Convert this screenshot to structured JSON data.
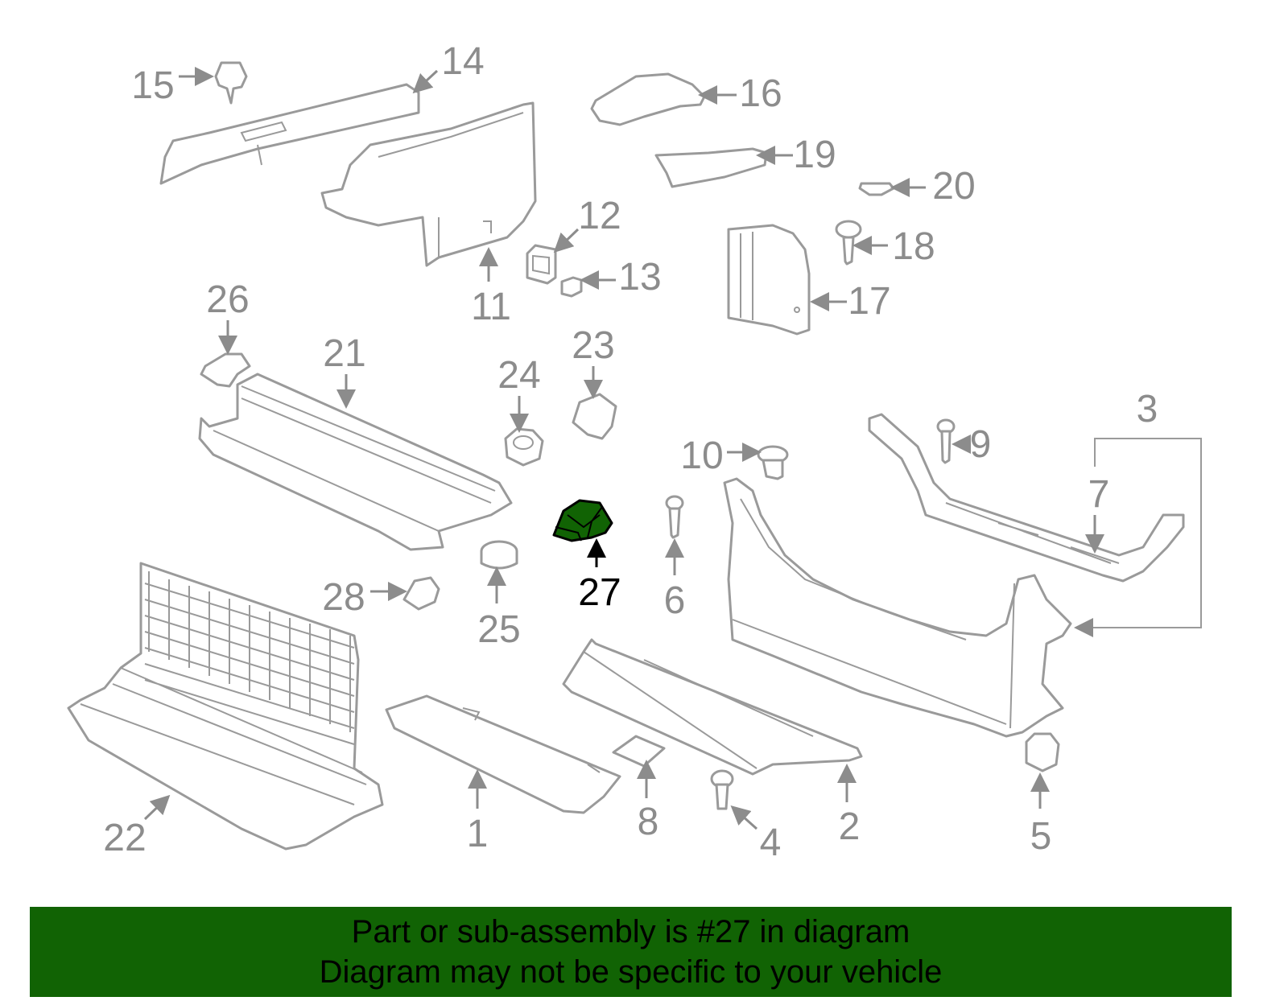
{
  "diagram": {
    "highlighted_part": "27",
    "highlight_color": "#116304",
    "part_labels": {
      "p1": "1",
      "p2": "2",
      "p3": "3",
      "p4": "4",
      "p5": "5",
      "p6": "6",
      "p7": "7",
      "p8": "8",
      "p9": "9",
      "p10": "10",
      "p11": "11",
      "p12": "12",
      "p13": "13",
      "p14": "14",
      "p15": "15",
      "p16": "16",
      "p17": "17",
      "p18": "18",
      "p19": "19",
      "p20": "20",
      "p21": "21",
      "p22": "22",
      "p23": "23",
      "p24": "24",
      "p25": "25",
      "p26": "26",
      "p27": "27",
      "p28": "28"
    }
  },
  "banner": {
    "line1": "Part or sub-assembly is #27 in diagram",
    "line2": "Diagram may not be specific to your vehicle",
    "color": "#116304"
  }
}
